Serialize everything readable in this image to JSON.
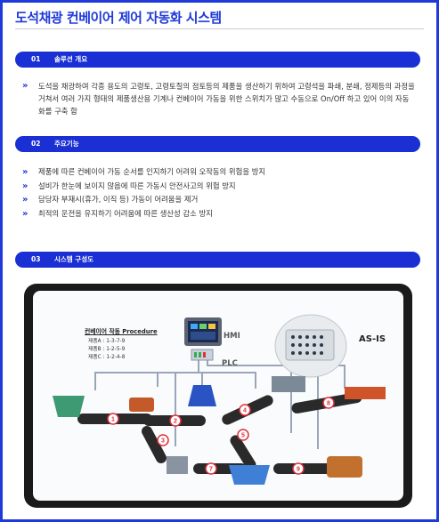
{
  "title": "도석채광 컨베이어 제어 자동화 시스템",
  "sections": [
    {
      "num": "01",
      "label": "솔루션 개요"
    },
    {
      "num": "02",
      "label": "주요기능"
    },
    {
      "num": "03",
      "label": "시스템 구성도"
    }
  ],
  "overview_text": "도석을 채광하여 각종 용도의 고령토, 고령토질의 점토등의 제품을 생산하기 위하여 고령석을 파쇄, 분쇄, 정제등의 과정을 거쳐서 여러 가지 형태의 제품생산용 기계나 컨베이어 가동을 위한 스위치가 많고 수동으로 On/Off 하고 있어 이의 자동화를 구축 함",
  "features": [
    "제품에 따른 컨베이어 가동 순서를 인지하기 어려워 오작동의 위험을 방지",
    "설비가 한눈에 보이지 않음에 따른 가동시 안전사고의 위험 방지",
    "담당자 부재시(휴가, 이직 등) 가동이 어려움을 제거",
    "최적의 운전을 유지하기 어려움에 따른 생산성 감소 방지"
  ],
  "diagram": {
    "procedure_title": "컨베이어 작동 Procedure",
    "procedures": [
      "제품A : 1-3-7-9",
      "제품B : 1-2-5-9",
      "제품C : 1-2-4-8"
    ],
    "hmi_label": "HMI",
    "plc_label": "PLC",
    "asis_label": "AS-IS",
    "conveyor_numbers": [
      "1",
      "2",
      "3",
      "4",
      "5",
      "7",
      "8",
      "9"
    ],
    "colors": {
      "accent": "#1a2fd4",
      "conveyor": "#2a2a2a",
      "marker": "#e0303a"
    }
  }
}
